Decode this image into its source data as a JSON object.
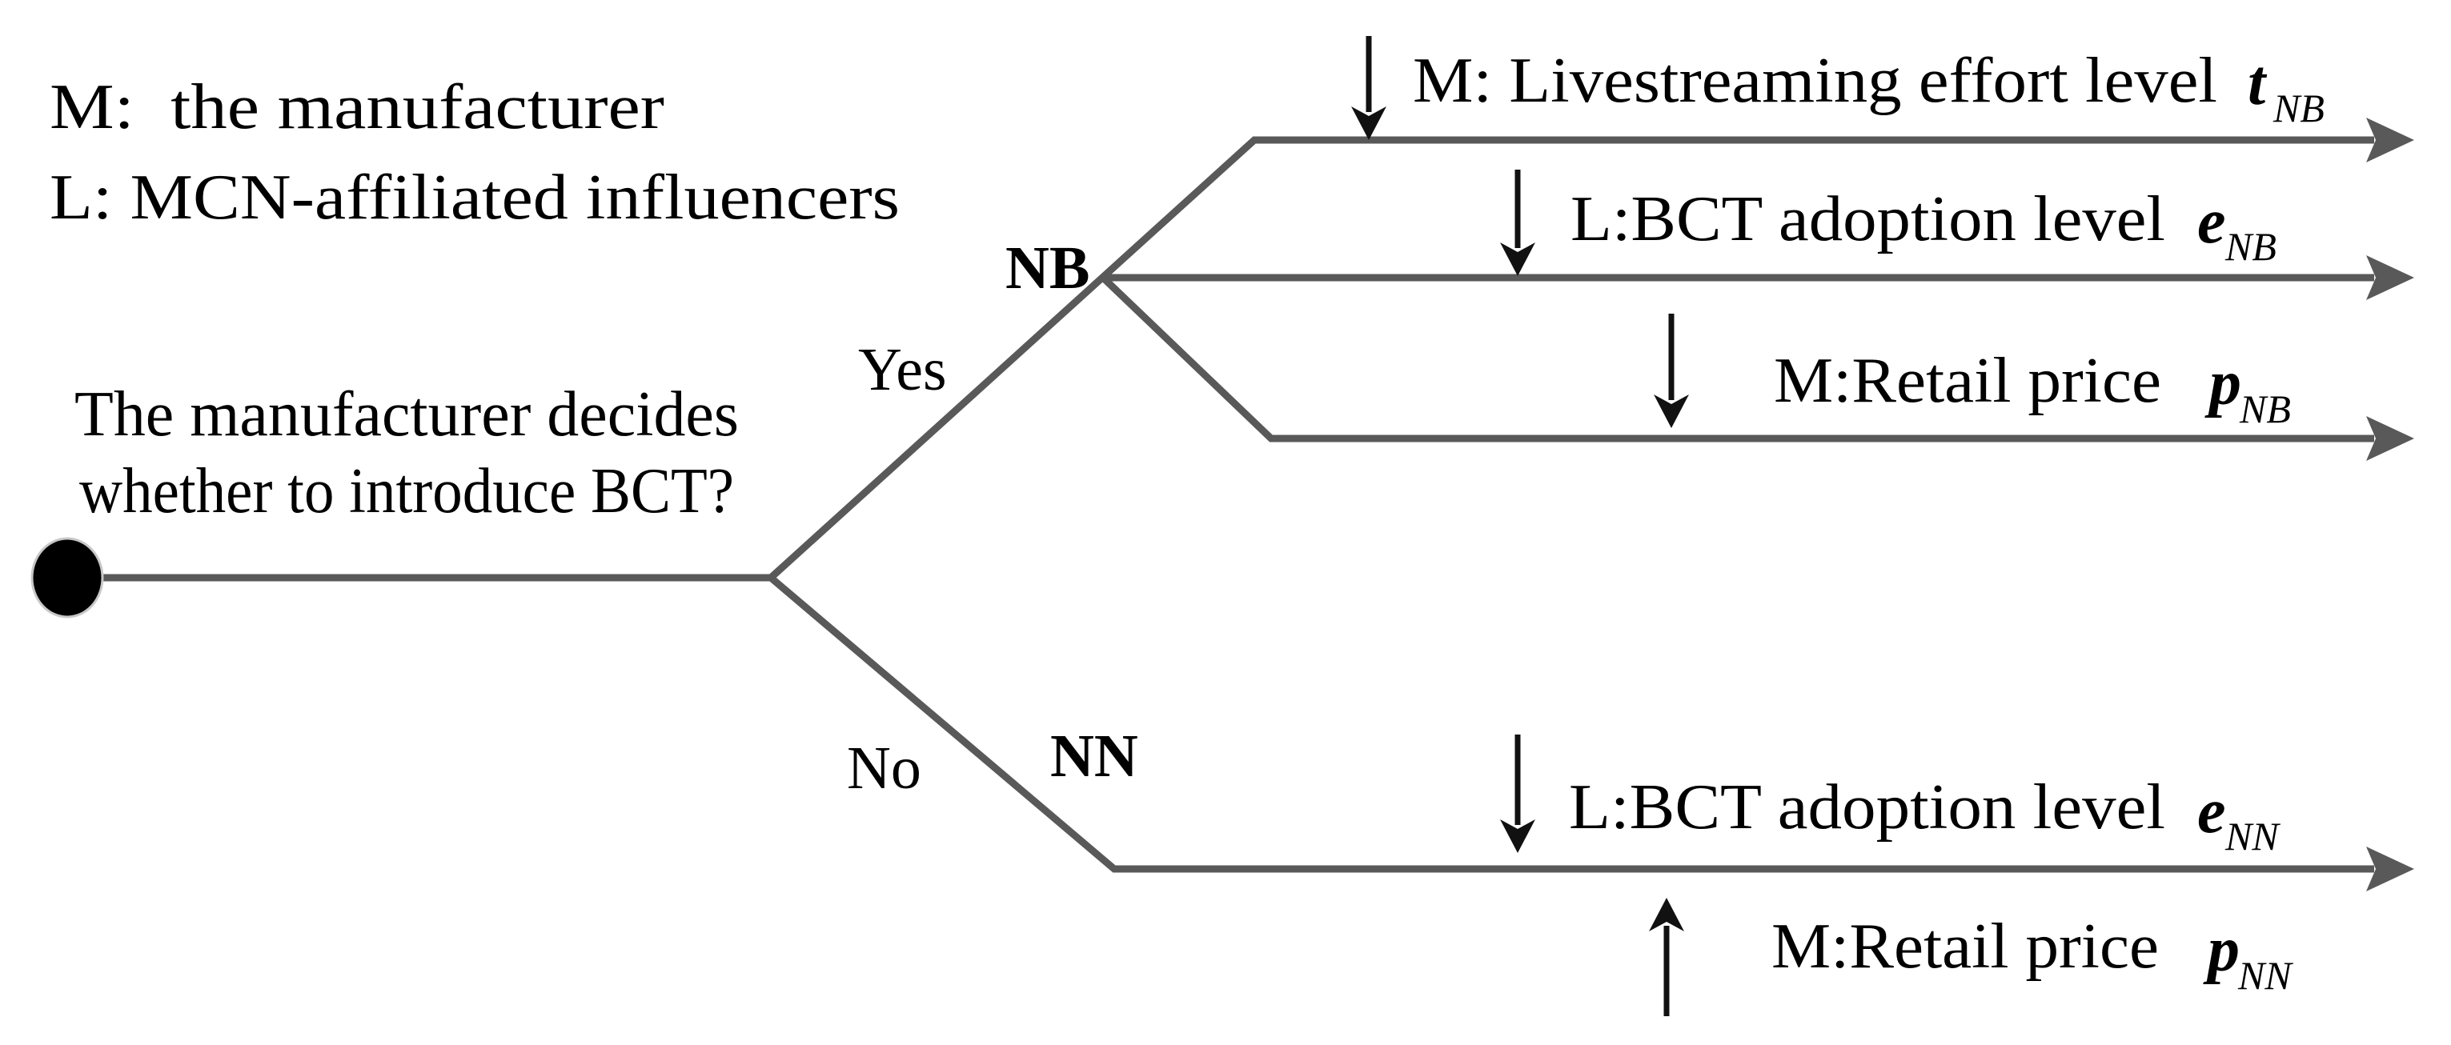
{
  "title": "Decision tree: manufacturer BCT introduction game",
  "colors": {
    "timeline_gray": "#595959",
    "text_black": "#000000",
    "node_black": "#000000"
  },
  "legend": {
    "line1": "M:  the manufacturer",
    "line2": "L: MCN-affiliated influencers"
  },
  "root": {
    "question_line1": "The manufacturer decides",
    "question_line2": "whether to introduce BCT?"
  },
  "branches": {
    "yes": {
      "edge_label": "Yes",
      "node_label": "NB",
      "stages": [
        {
          "label": "M: Livestreaming effort level",
          "var": "t",
          "sub": "NB"
        },
        {
          "label": "L:BCT adoption level",
          "var": "e",
          "sub": "NB"
        },
        {
          "label": "M:Retail price",
          "var": "p",
          "sub": "NB"
        }
      ]
    },
    "no": {
      "edge_label": "No",
      "node_label": "NN",
      "stages": [
        {
          "label": "L:BCT adoption level",
          "var": "e",
          "sub": "NN"
        },
        {
          "label": "M:Retail price",
          "var": "p",
          "sub": "NN"
        }
      ]
    }
  }
}
